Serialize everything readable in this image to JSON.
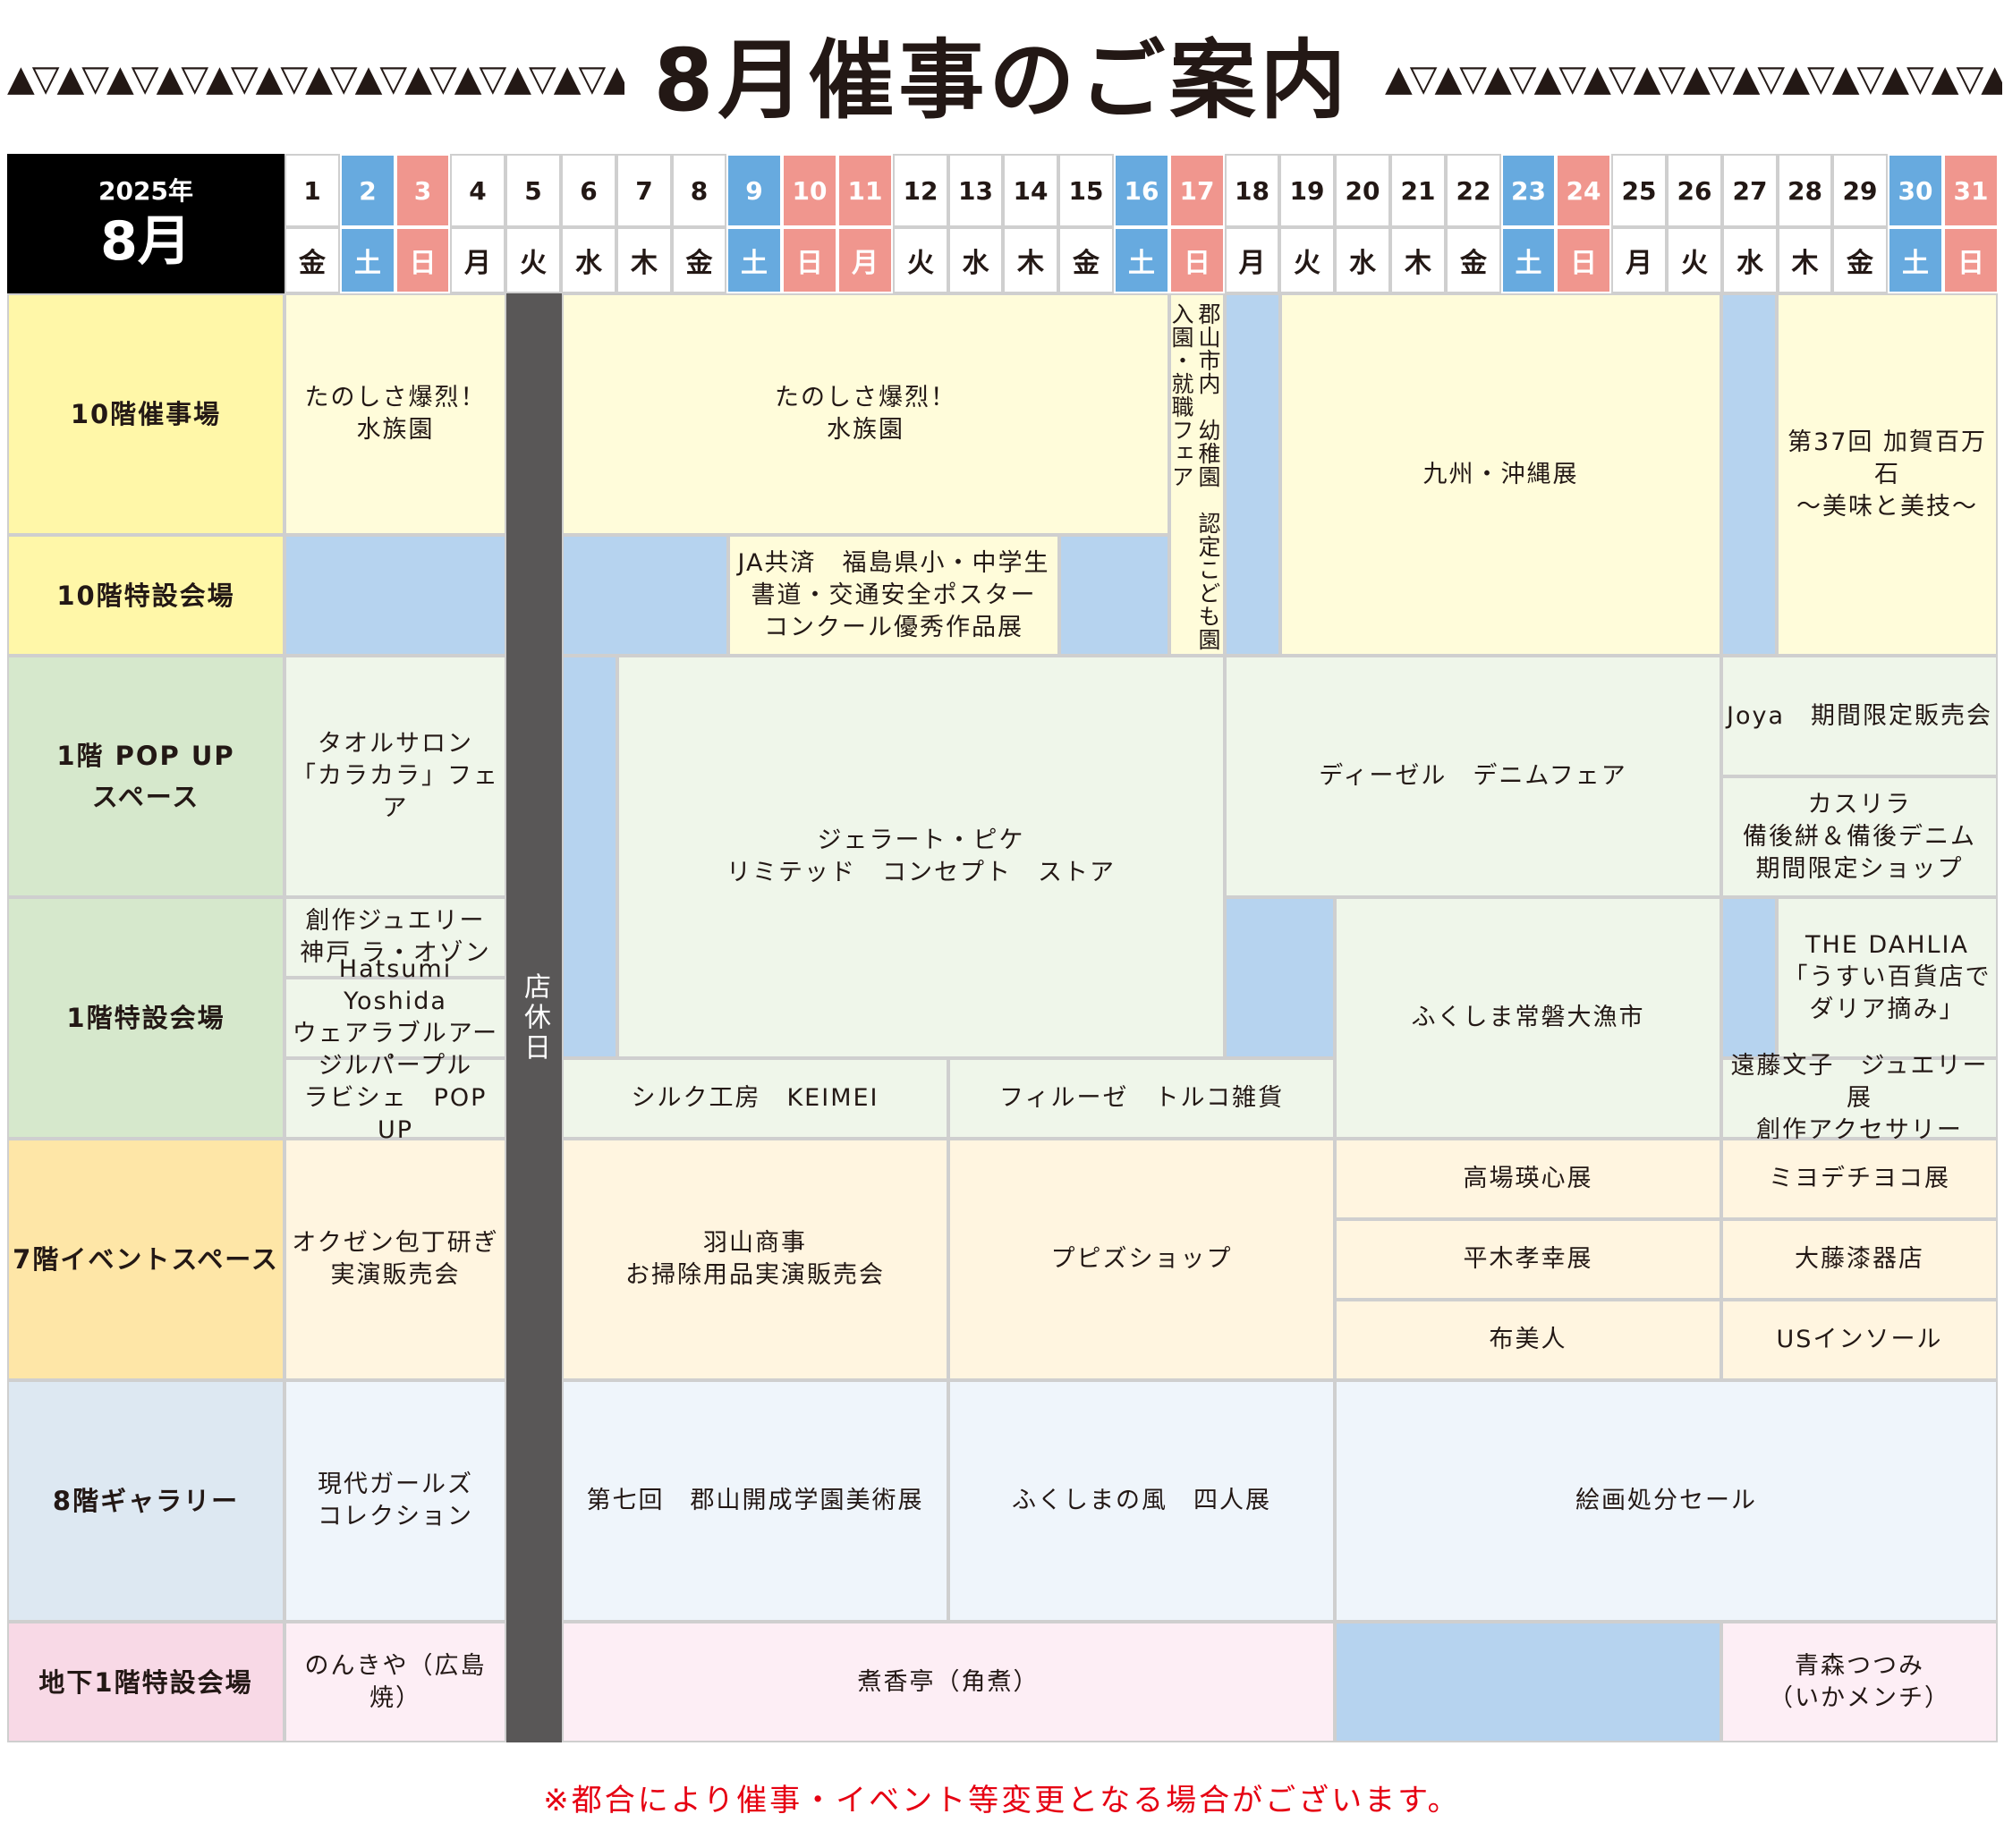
{
  "title": "8月催事のご案内",
  "decoration": "▲▽▲▽▲▽▲▽▲▽▲▽▲▽▲▽▲▽▲▽▲▽▲▽▲▽▲▽▲▽▲▽▲▽",
  "calendar": {
    "year": "2025年",
    "month": "8月",
    "dates": [
      "1",
      "2",
      "3",
      "4",
      "5",
      "6",
      "7",
      "8",
      "9",
      "10",
      "11",
      "12",
      "13",
      "14",
      "15",
      "16",
      "17",
      "18",
      "19",
      "20",
      "21",
      "22",
      "23",
      "24",
      "25",
      "26",
      "27",
      "28",
      "29",
      "30",
      "31"
    ],
    "weekdays": [
      "金",
      "土",
      "日",
      "月",
      "火",
      "水",
      "木",
      "金",
      "土",
      "日",
      "月",
      "火",
      "水",
      "木",
      "金",
      "土",
      "日",
      "月",
      "火",
      "水",
      "木",
      "金",
      "土",
      "日",
      "月",
      "火",
      "水",
      "木",
      "金",
      "土",
      "日"
    ],
    "closed_label": "店休日",
    "colors": {
      "saturday": "#67aadf",
      "holiday": "#f0968e",
      "closed": "#595757",
      "no_event": "#b6d3ef"
    }
  },
  "floors": {
    "f10_event": "10階催事場",
    "f10_special": "10階特設会場",
    "f1_popup": "1階 POP UP\nスペース",
    "f1_special": "1階特設会場",
    "f7_event": "7階イベントスペース",
    "f8_gallery": "8階ギャラリー",
    "b1_special": "地下1階特設会場"
  },
  "events": {
    "aquarium1": "たのしさ爆烈！\n水族園",
    "aquarium2": "たのしさ爆烈！\n水族園",
    "kindergarten": "郡山市内　幼稚園　認定こども園\n入園・就職フェア",
    "kyushu": "九州・沖縄展",
    "kaga": "第37回 加賀百万石\n〜美味と美技〜",
    "ja_poster": "JA共済　福島県小・中学生\n書道・交通安全ポスター\nコンクール優秀作品展",
    "towel": "タオルサロン\n「カラカラ」フェア",
    "gelato": "ジェラート・ピケ\nリミテッド　コンセプト　ストア",
    "diesel": "ディーゼル　デニムフェア",
    "joya": "Joya　期間限定販売会",
    "kasurira": "カスリラ\n備後絣＆備後デニム\n期間限定ショップ",
    "jewelry_kobe": "創作ジュエリー\n神戸 ラ・オゾン",
    "hatsumi": "Hatsumi Yoshida\nウェアラブルアート",
    "jill": "ジルパープル\nラビシェ　POP UP",
    "fukushima_fish": "ふくしま常磐大漁市",
    "dahlia": "THE DAHLIA\n「うすい百貨店で\nダリア摘み」",
    "silk": "シルク工房　KEIMEI",
    "turquoise": "フィルーゼ　トルコ雑貨",
    "endo": "遠藤文子　ジュエリー展\n創作アクセサリー",
    "okuzen": "オクゼン包丁研ぎ\n実演販売会",
    "hayama": "羽山商事\nお掃除用品実演販売会",
    "pupiz": "プピズショップ",
    "takaba": "高場瑛心展",
    "hiraki": "平木孝幸展",
    "nunobito": "布美人",
    "miyode": "ミヨデチヨコ展",
    "daito": "大藤漆器店",
    "us_insole": "USインソール",
    "girls": "現代ガールズ\nコレクション",
    "kaisei": "第七回　郡山開成学園美術展",
    "wind": "ふくしまの風　四人展",
    "painting": "絵画処分セール",
    "nonkiya": "のんきや（広島焼）",
    "nikoutei": "煮香亭（角煮）",
    "aomori": "青森つつみ\n（いかメンチ）"
  },
  "footnote": "※都合により催事・イベント等変更となる場合がございます。"
}
